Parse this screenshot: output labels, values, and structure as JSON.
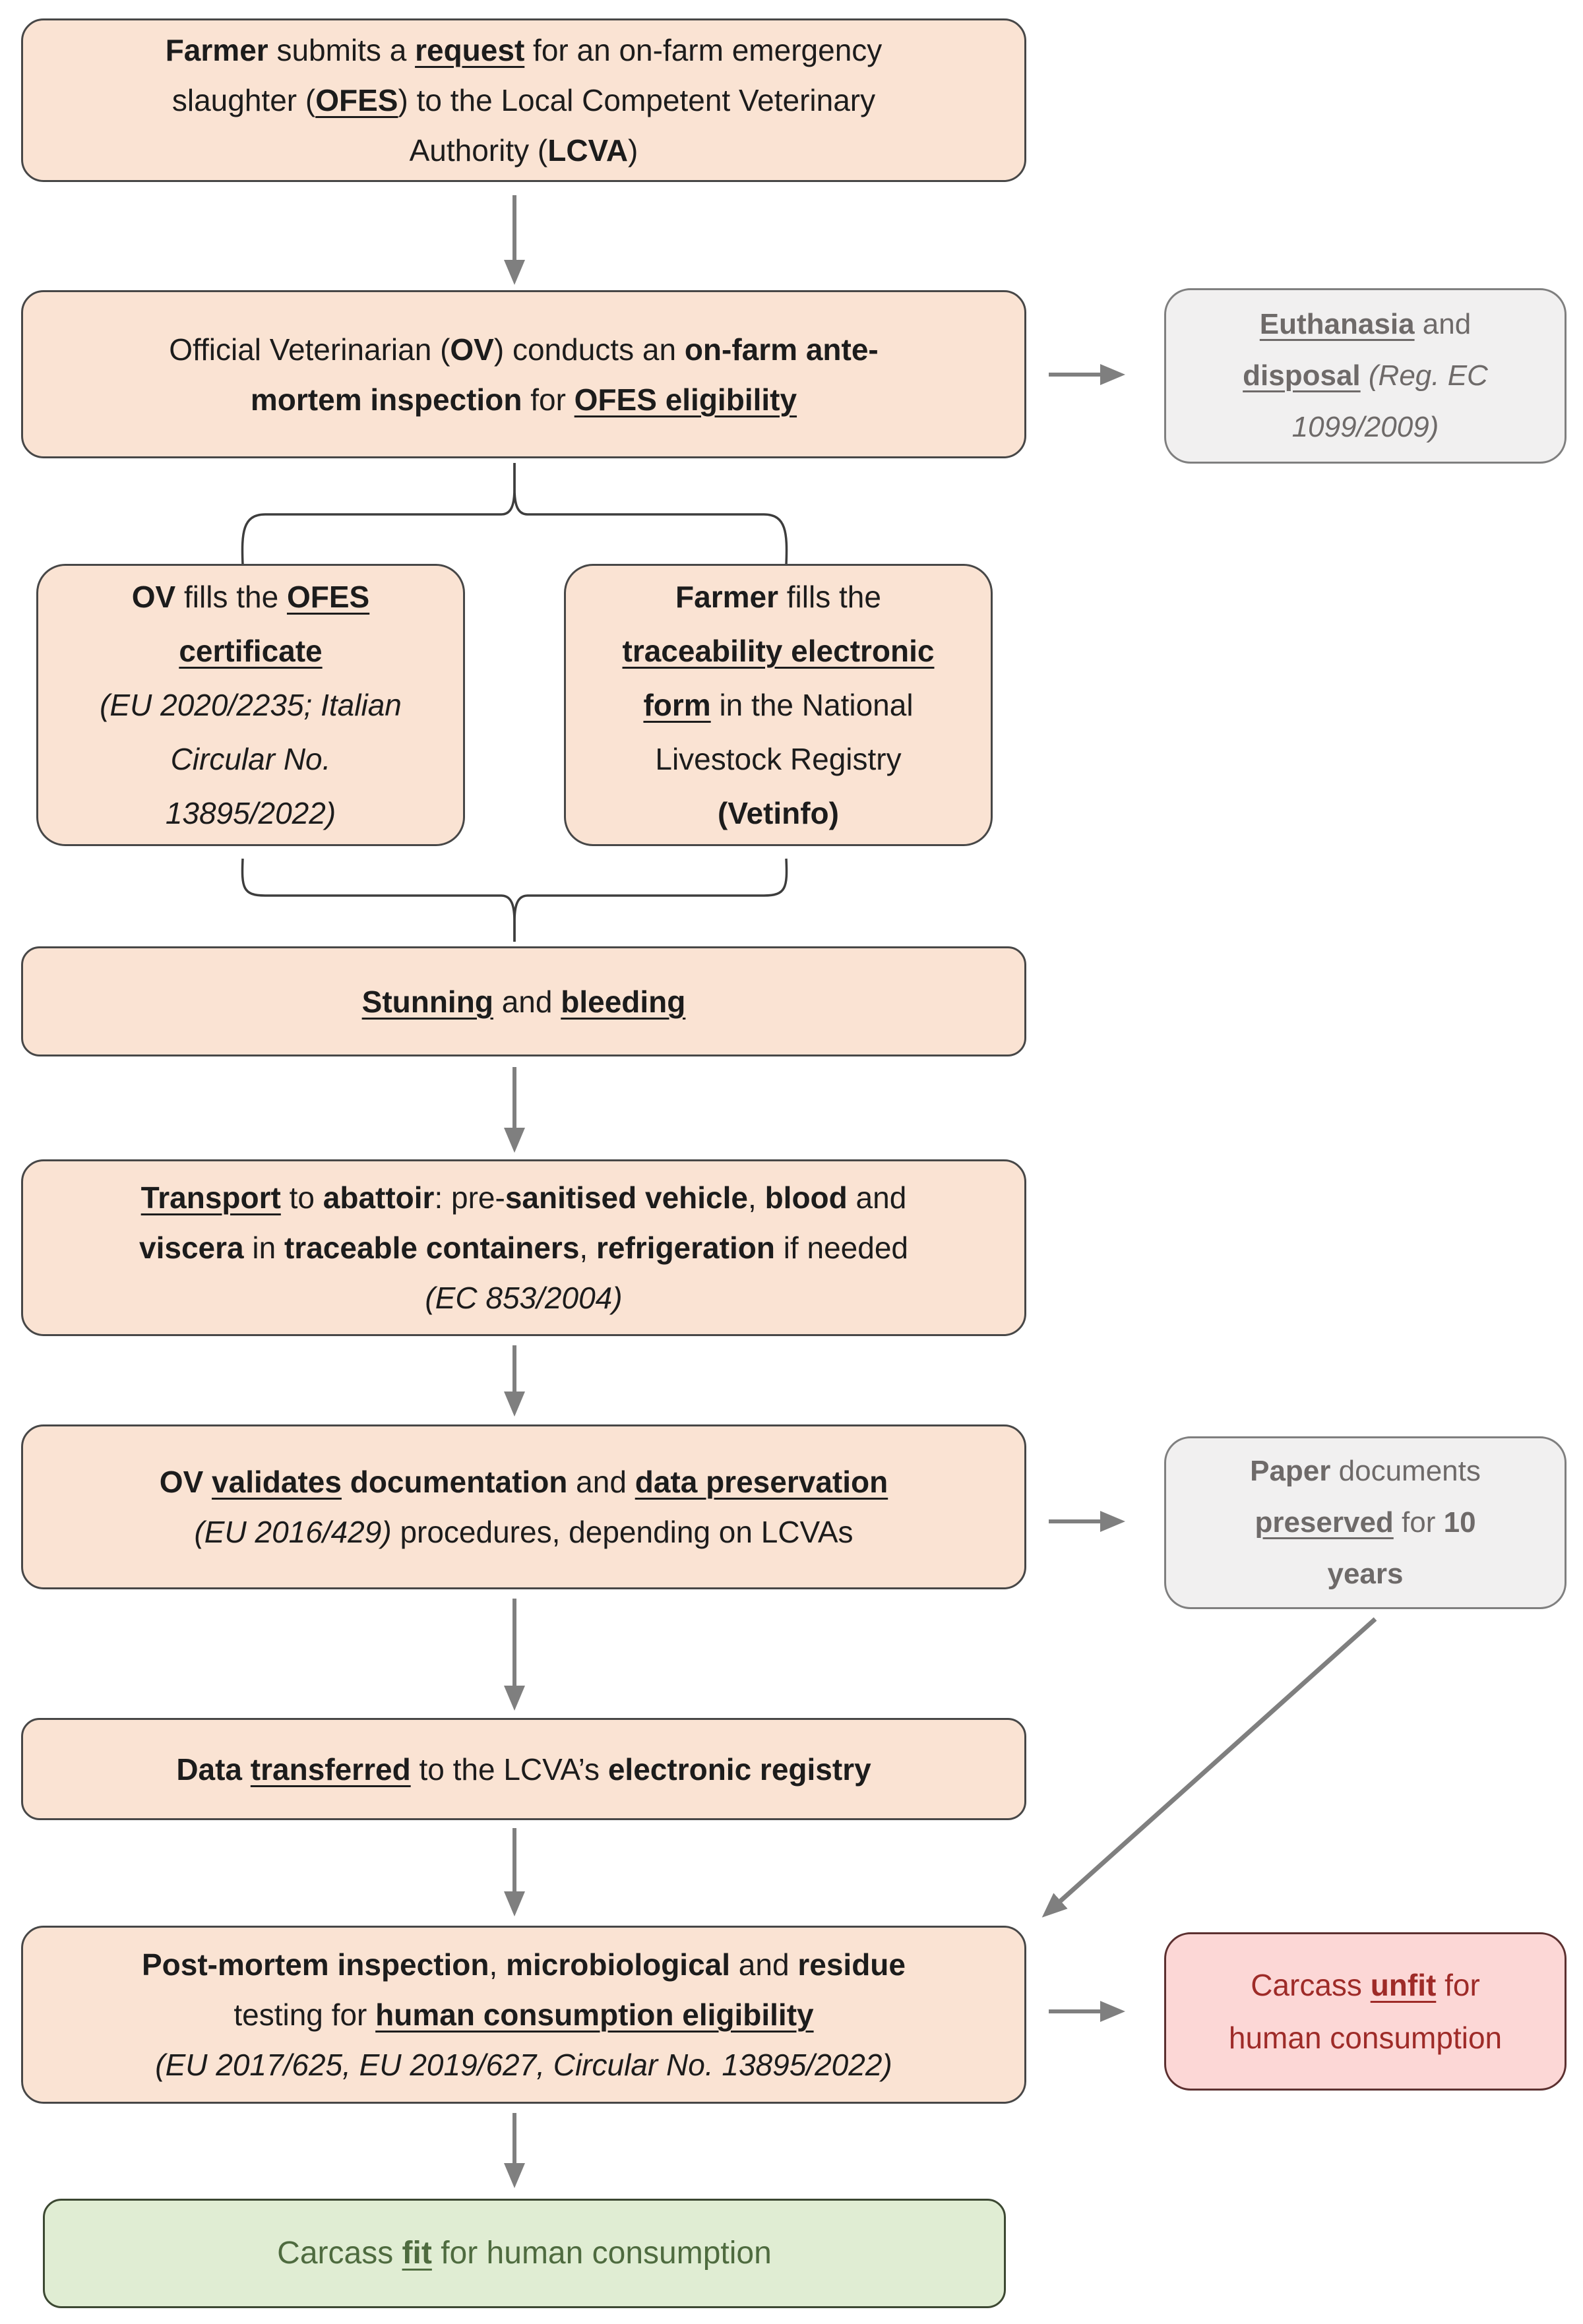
{
  "diagram": {
    "colors": {
      "process_fill": "#fae3d3",
      "process_border": "#474747",
      "process_text": "#1c1c1c",
      "side_fill": "#f1f0f0",
      "side_border": "#7f7f7f",
      "side_text": "#6e6a69",
      "unfit_fill": "#fcd7d6",
      "unfit_border": "#5c3030",
      "unfit_text": "#9e2b28",
      "fit_fill": "#e0edd3",
      "fit_border": "#3c4832",
      "fit_text": "#4e6b3f",
      "arrow": "#7f7f7f",
      "bracket": "#3d3d3d"
    },
    "nodes": {
      "farmer_request": {
        "segments": [
          {
            "t": "Farmer",
            "b": 1
          },
          {
            "t": " submits a "
          },
          {
            "t": "request",
            "b": 1,
            "u": 1
          },
          {
            "t": " for an on-farm emergency"
          },
          {
            "br": 1
          },
          {
            "t": "slaughter ("
          },
          {
            "t": "OFES",
            "b": 1,
            "u": 1
          },
          {
            "t": ") to the Local Competent Veterinary"
          },
          {
            "br": 1
          },
          {
            "t": "Authority ("
          },
          {
            "t": "LCVA",
            "b": 1
          },
          {
            "t": ")"
          }
        ]
      },
      "ov_inspection": {
        "segments": [
          {
            "t": "Official Veterinarian ("
          },
          {
            "t": "OV",
            "b": 1
          },
          {
            "t": ") conducts an "
          },
          {
            "t": "on-farm ante-",
            "b": 1
          },
          {
            "br": 1
          },
          {
            "t": "mortem inspection",
            "b": 1
          },
          {
            "t": " for "
          },
          {
            "t": "OFES eligibility",
            "b": 1,
            "u": 1
          }
        ]
      },
      "euthanasia": {
        "segments": [
          {
            "t": "Euthanasia",
            "b": 1,
            "u": 1
          },
          {
            "t": " and"
          },
          {
            "br": 1
          },
          {
            "t": "disposal",
            "b": 1,
            "u": 1
          },
          {
            "t": " "
          },
          {
            "t": "(Reg. EC",
            "i": 1
          },
          {
            "br": 1
          },
          {
            "t": "1099/2009",
            "i": 1
          },
          {
            "t": ")",
            "i": 1
          }
        ]
      },
      "ofes_certificate": {
        "segments": [
          {
            "t": "OV",
            "b": 1
          },
          {
            "t": " fills the "
          },
          {
            "t": "OFES",
            "b": 1,
            "u": 1
          },
          {
            "br": 1
          },
          {
            "t": "certificate",
            "b": 1,
            "u": 1
          },
          {
            "br": 1
          },
          {
            "t": "(EU 2020/2235; Italian",
            "i": 1
          },
          {
            "br": 1
          },
          {
            "t": "Circular No.",
            "i": 1
          },
          {
            "br": 1
          },
          {
            "t": "13895/2022)",
            "i": 1
          }
        ]
      },
      "traceability_form": {
        "segments": [
          {
            "t": "Farmer",
            "b": 1
          },
          {
            "t": " fills the"
          },
          {
            "br": 1
          },
          {
            "t": "traceability electronic",
            "b": 1,
            "u": 1
          },
          {
            "br": 1
          },
          {
            "t": "form",
            "b": 1,
            "u": 1
          },
          {
            "t": " in the National"
          },
          {
            "br": 1
          },
          {
            "t": "Livestock Registry"
          },
          {
            "br": 1
          },
          {
            "t": "(Vetinfo)",
            "b": 1
          }
        ]
      },
      "stunning": {
        "segments": [
          {
            "t": "Stunning",
            "b": 1,
            "u": 1
          },
          {
            "t": " and "
          },
          {
            "t": "bleeding",
            "b": 1,
            "u": 1
          }
        ]
      },
      "transport": {
        "segments": [
          {
            "t": "Transport",
            "b": 1,
            "u": 1
          },
          {
            "t": " to "
          },
          {
            "t": "abattoir",
            "b": 1
          },
          {
            "t": ": pre-"
          },
          {
            "t": "sanitised vehicle",
            "b": 1
          },
          {
            "t": ", "
          },
          {
            "t": "blood",
            "b": 1
          },
          {
            "t": " and"
          },
          {
            "br": 1
          },
          {
            "t": "viscera",
            "b": 1
          },
          {
            "t": " in "
          },
          {
            "t": "traceable containers",
            "b": 1
          },
          {
            "t": ", "
          },
          {
            "t": "refrigeration",
            "b": 1
          },
          {
            "t": " if needed"
          },
          {
            "br": 1
          },
          {
            "t": "(EC 853/2004)",
            "i": 1
          }
        ]
      },
      "ov_validates": {
        "segments": [
          {
            "t": "OV ",
            "b": 1
          },
          {
            "t": "validates",
            "b": 1,
            "u": 1
          },
          {
            "t": " documentation",
            "b": 1
          },
          {
            "t": " and "
          },
          {
            "t": "data preservation",
            "b": 1,
            "u": 1
          },
          {
            "br": 1
          },
          {
            "t": "(EU 2016/429)",
            "i": 1
          },
          {
            "t": " procedures, depending on LCVAs"
          }
        ]
      },
      "paper_documents": {
        "segments": [
          {
            "t": "Paper",
            "b": 1
          },
          {
            "t": " documents"
          },
          {
            "br": 1
          },
          {
            "t": "preserved",
            "b": 1,
            "u": 1
          },
          {
            "t": " for "
          },
          {
            "t": "10",
            "b": 1
          },
          {
            "br": 1
          },
          {
            "t": "years",
            "b": 1
          }
        ]
      },
      "data_transferred": {
        "segments": [
          {
            "t": "Data ",
            "b": 1
          },
          {
            "t": "transferred",
            "b": 1,
            "u": 1
          },
          {
            "t": " to the LCVA’s "
          },
          {
            "t": "electronic registry",
            "b": 1
          }
        ]
      },
      "post_mortem": {
        "segments": [
          {
            "t": "Post-mortem inspection",
            "b": 1
          },
          {
            "t": ", "
          },
          {
            "t": "microbiological",
            "b": 1
          },
          {
            "t": " and "
          },
          {
            "t": "residue",
            "b": 1
          },
          {
            "br": 1
          },
          {
            "t": "testing for "
          },
          {
            "t": "human consumption eligibility",
            "b": 1,
            "u": 1
          },
          {
            "br": 1
          },
          {
            "t": "(EU 2017/625, EU 2019/627, Circular No. 13895/2022)",
            "i": 1
          }
        ]
      },
      "carcass_unfit": {
        "segments": [
          {
            "t": "Carcass "
          },
          {
            "t": "unfit",
            "b": 1,
            "u": 1
          },
          {
            "t": " for"
          },
          {
            "br": 1
          },
          {
            "t": "human consumption"
          }
        ]
      },
      "carcass_fit": {
        "segments": [
          {
            "t": "Carcass "
          },
          {
            "t": "fit",
            "b": 1,
            "u": 1
          },
          {
            "t": " for human consumption"
          }
        ]
      }
    }
  }
}
